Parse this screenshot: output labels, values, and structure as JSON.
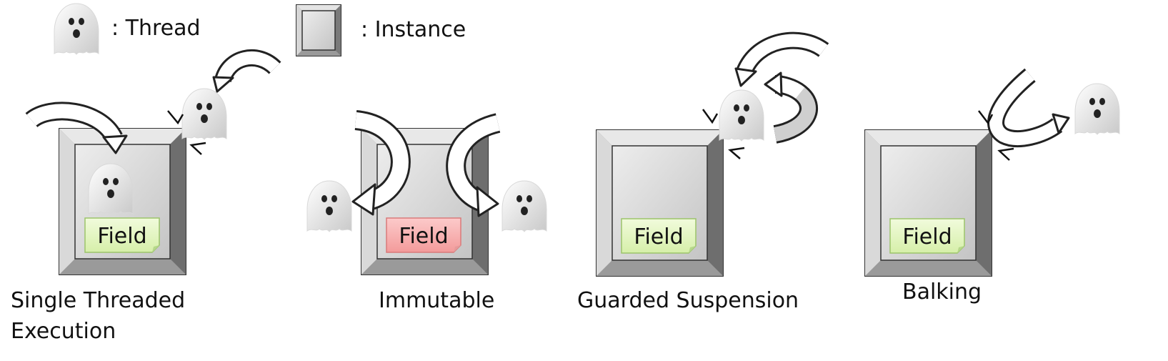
{
  "legend": {
    "thread_label": ": Thread",
    "instance_label": ": Instance"
  },
  "patterns": [
    {
      "name_line1": "Single Threaded",
      "name_line2": "Execution",
      "field_label": "Field",
      "field_color": "#e2f5bf"
    },
    {
      "name_line1": "Immutable",
      "field_label": "Field",
      "field_color": "#f8b0b0"
    },
    {
      "name_line1": "Guarded Suspension",
      "field_label": "Field",
      "field_color": "#e2f5bf"
    },
    {
      "name_line1": "Balking",
      "field_label": "Field",
      "field_color": "#e2f5bf"
    }
  ],
  "colors": {
    "field_ok": "#e2f5bf",
    "field_immutable": "#f8b0b0",
    "field_border_ok": "#9cc46a",
    "field_border_immutable": "#d97a7a"
  }
}
